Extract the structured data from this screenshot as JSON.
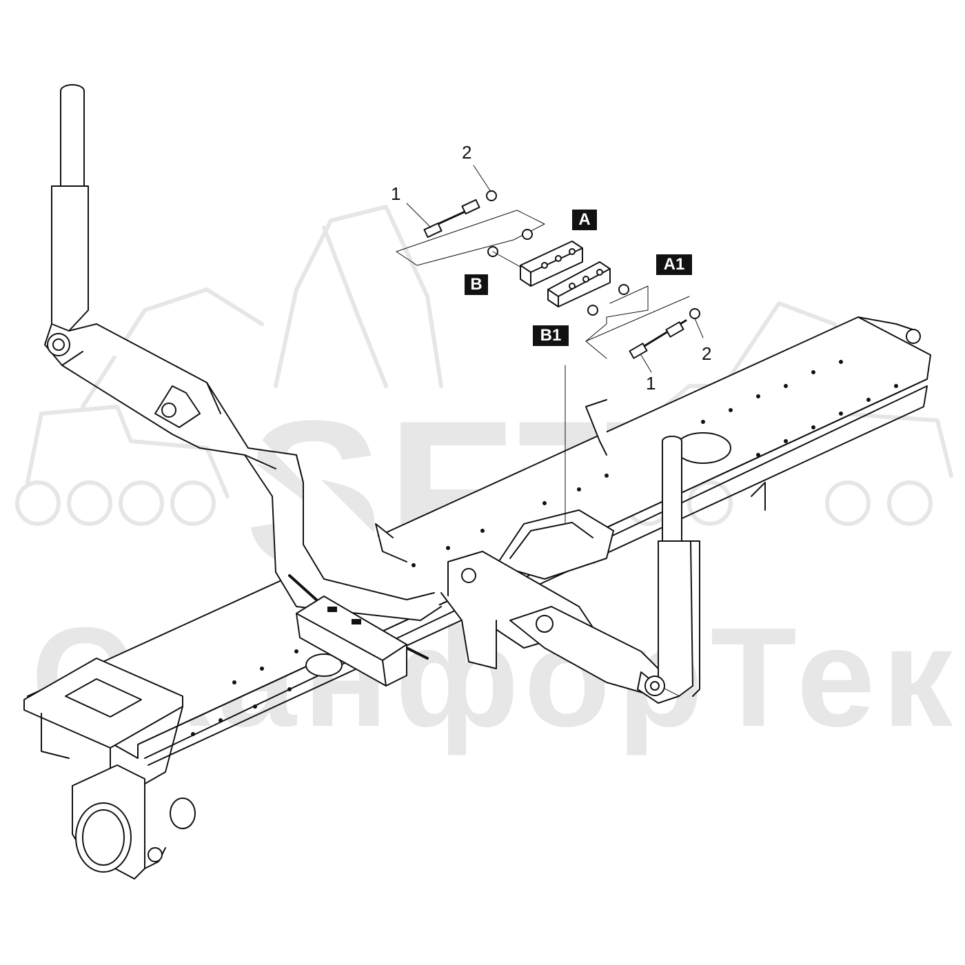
{
  "watermark": {
    "logo_text": "SFT",
    "company_text": "СканфорТек"
  },
  "callouts": {
    "left_hose": "1",
    "left_fitting": "2",
    "right_hose": "1",
    "right_fitting": "2"
  },
  "tags": {
    "a": "A",
    "a1": "A1",
    "b": "B",
    "b1": "B1"
  }
}
